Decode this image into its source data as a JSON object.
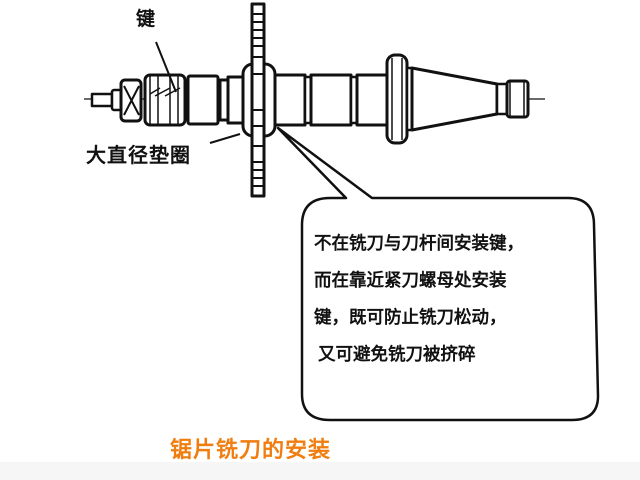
{
  "diagram": {
    "labels": {
      "key": "键",
      "large_washer": "大直径垫圈"
    },
    "callout": {
      "lines": [
        "不在铣刀与刀杆间安装键，",
        "而在靠近紧刀螺母处安装",
        "键，既可防止铣刀松动，",
        "又可避免铣刀被挤碎"
      ]
    },
    "title": "锯片铣刀的安装",
    "colors": {
      "title": "#f07d10",
      "line": "#111111",
      "background": "#ffffff"
    }
  }
}
